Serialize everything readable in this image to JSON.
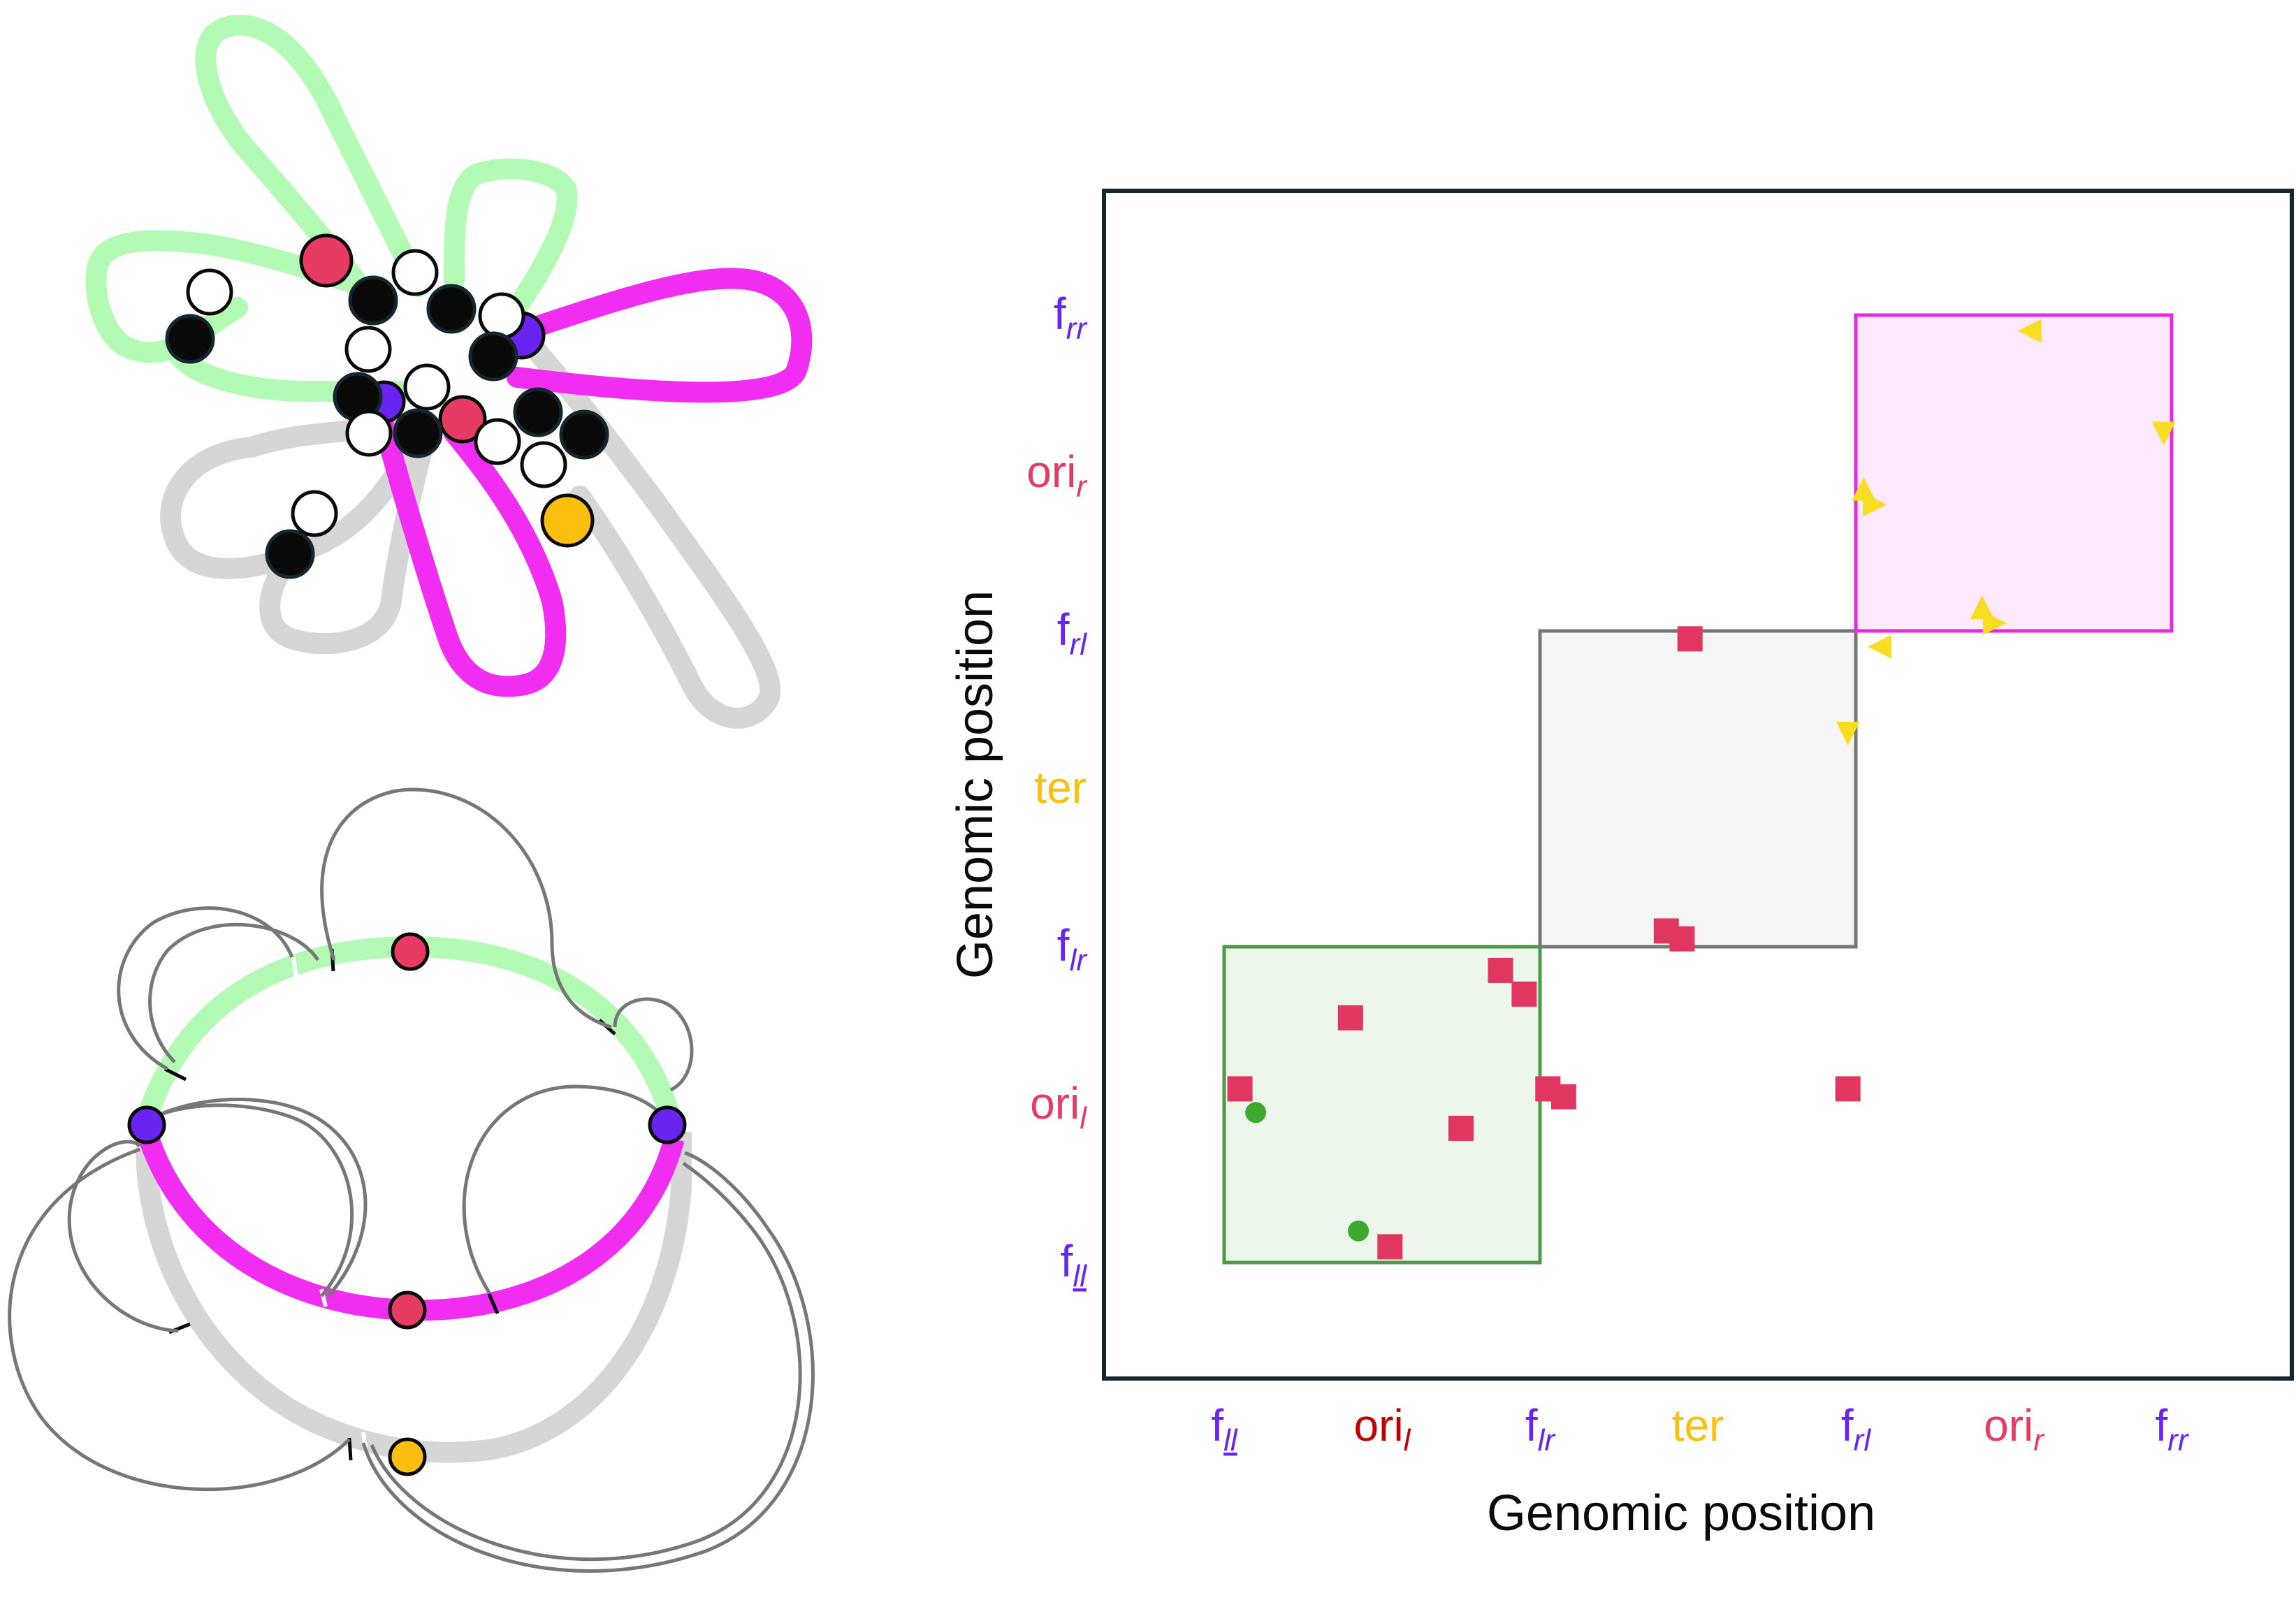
{
  "colors": {
    "green_domain": "#b3fbb5",
    "magenta_domain": "#f22df2",
    "grey_domain": "#d6d6d6",
    "ori": "#e63c63",
    "ori_l_tick": "#c00000",
    "ter": "#fbbf0f",
    "f": "#6a24f2",
    "anchor_black": "#0a0a0a",
    "frame": "#15262e",
    "box_green": "#4c9a4a",
    "box_grey": "#777777",
    "box_magenta": "#e62ae0",
    "square_marker": "#e0365f",
    "triangle_marker": "#f8dd22",
    "dot_marker": "#3fa831"
  },
  "axis": {
    "x_title": "Genomic position",
    "y_title": "Genomic position",
    "x_ticks": [
      {
        "base": "f",
        "sub": "ll",
        "underline": true,
        "color": "f"
      },
      {
        "base": "ori",
        "sub": "l",
        "underline": false,
        "color": "ori_l_tick"
      },
      {
        "base": "f",
        "sub": "lr",
        "underline": false,
        "color": "f"
      },
      {
        "base": "ter",
        "sub": "",
        "underline": false,
        "color": "ter"
      },
      {
        "base": "f",
        "sub": "rl",
        "underline": false,
        "color": "f"
      },
      {
        "base": "ori",
        "sub": "r",
        "underline": false,
        "color": "ori"
      },
      {
        "base": "f",
        "sub": "rr",
        "underline": false,
        "color": "f"
      }
    ],
    "y_ticks": [
      {
        "base": "f",
        "sub": "rr",
        "underline": false,
        "color": "f"
      },
      {
        "base": "ori",
        "sub": "r",
        "underline": false,
        "color": "ori"
      },
      {
        "base": "f",
        "sub": "rl",
        "underline": false,
        "color": "f"
      },
      {
        "base": "ter",
        "sub": "",
        "underline": false,
        "color": "ter"
      },
      {
        "base": "f",
        "sub": "lr",
        "underline": false,
        "color": "f"
      },
      {
        "base": "ori",
        "sub": "l",
        "underline": false,
        "color": "ori"
      },
      {
        "base": "f",
        "sub": "ll",
        "underline": true,
        "color": "f"
      }
    ]
  },
  "chart_data": {
    "type": "scatter",
    "title": "",
    "xlabel": "Genomic position",
    "ylabel": "Genomic position",
    "xlim": [
      0,
      7
    ],
    "ylim": [
      0,
      7
    ],
    "domains": [
      {
        "name": "green",
        "range": [
          0,
          2
        ],
        "color": "box_green",
        "fill": "#edf6ea"
      },
      {
        "name": "grey",
        "range": [
          2,
          4
        ],
        "color": "box_grey",
        "fill": "#f5f5f5"
      },
      {
        "name": "magenta",
        "range": [
          4,
          6
        ],
        "color": "box_magenta",
        "fill": "#fde9fb"
      }
    ],
    "squares": [
      [
        0.1,
        1.1
      ],
      [
        0.8,
        1.55
      ],
      [
        1.5,
        0.85
      ],
      [
        1.05,
        0.1
      ],
      [
        1.75,
        1.85
      ],
      [
        1.9,
        1.7
      ],
      [
        2.05,
        1.1
      ],
      [
        2.15,
        1.05
      ],
      [
        2.95,
        3.95
      ],
      [
        2.8,
        2.1
      ],
      [
        2.9,
        2.05
      ],
      [
        3.95,
        1.1
      ]
    ],
    "triangles": [
      {
        "x": 4.15,
        "y": 3.9,
        "dir": "left"
      },
      {
        "x": 3.95,
        "y": 3.35,
        "dir": "down"
      },
      {
        "x": 5.1,
        "y": 5.9,
        "dir": "left"
      },
      {
        "x": 5.95,
        "y": 5.25,
        "dir": "down"
      },
      {
        "x": 4.05,
        "y": 4.9,
        "dir": "up"
      },
      {
        "x": 4.12,
        "y": 4.8,
        "dir": "right"
      },
      {
        "x": 4.8,
        "y": 4.15,
        "dir": "up"
      },
      {
        "x": 4.88,
        "y": 4.05,
        "dir": "right"
      }
    ],
    "dots": [
      [
        0.2,
        0.95
      ],
      [
        0.85,
        0.2
      ]
    ]
  }
}
